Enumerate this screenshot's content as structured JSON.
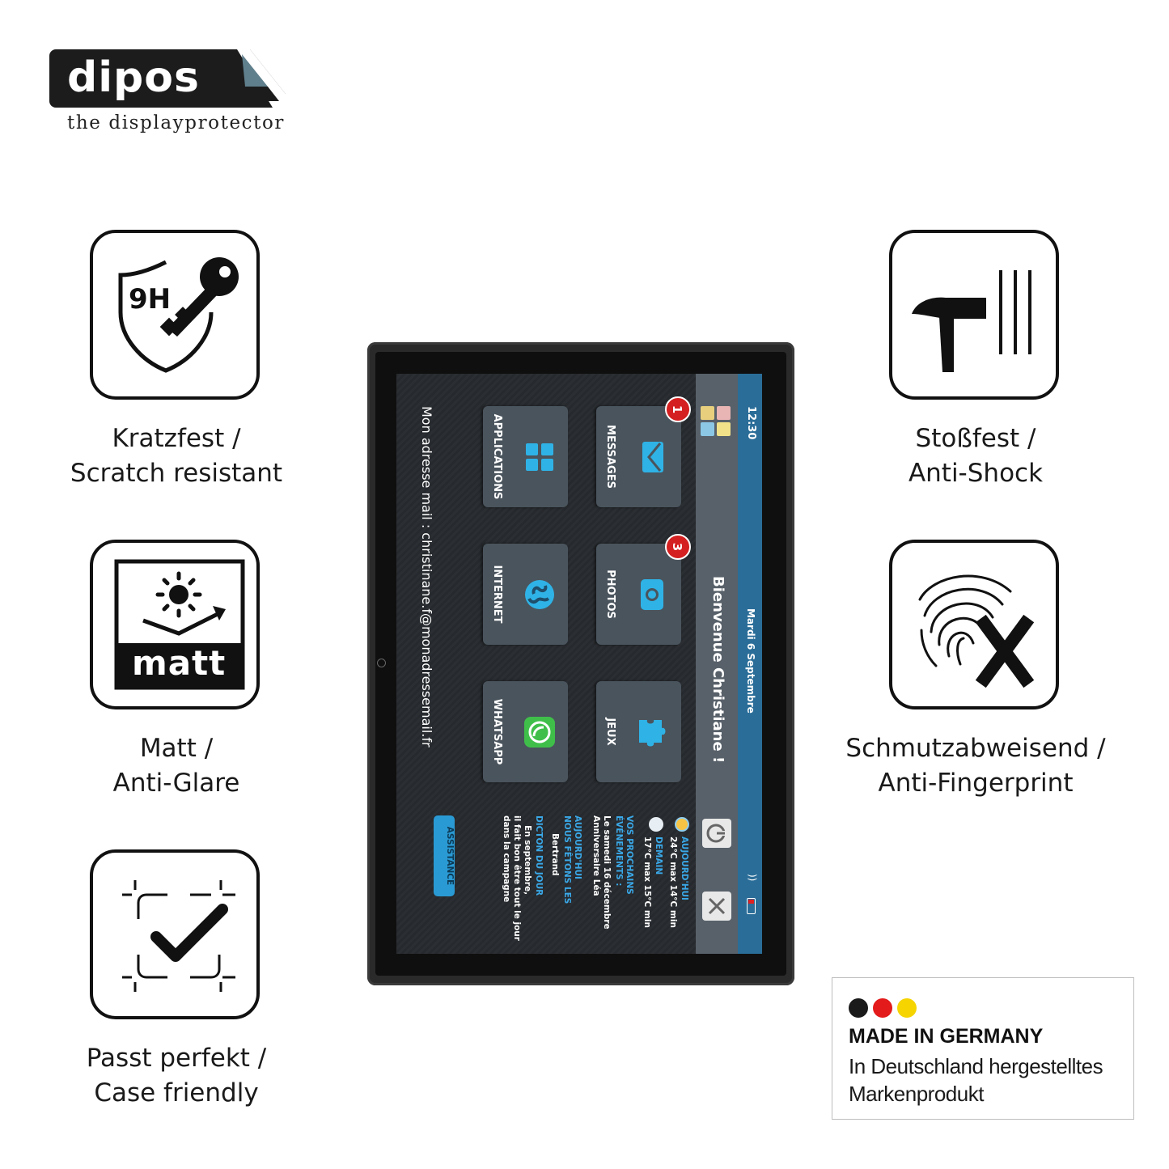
{
  "brand": {
    "name": "dipos",
    "tagline": "the displayprotector"
  },
  "features": [
    {
      "icon": "shield-9h-key-icon",
      "badge_text": "9H",
      "line1": "Kratzfest /",
      "line2": "Scratch resistant"
    },
    {
      "icon": "matt-sun-icon",
      "badge_text": "matt",
      "line1": "Matt /",
      "line2": "Anti-Glare"
    },
    {
      "icon": "case-check-icon",
      "line1": "Passt perfekt /",
      "line2": "Case friendly"
    },
    {
      "icon": "hammer-icon",
      "line1": "Stoßfest /",
      "line2": "Anti-Shock"
    },
    {
      "icon": "fingerprint-x-icon",
      "line1": "Schmutzabweisend /",
      "line2": "Anti-Fingerprint"
    }
  ],
  "tablet_screen": {
    "time": "12:30",
    "date": "Mardi 6 Septembre",
    "welcome": "Bienvenue Christiane !",
    "apps": [
      {
        "label": "MESSAGES",
        "badge": "1",
        "color": "#2fb3e6",
        "icon": "envelope-icon"
      },
      {
        "label": "PHOTOS",
        "badge": "3",
        "color": "#2fb3e6",
        "icon": "camera-icon"
      },
      {
        "label": "JEUX",
        "color": "#2fb3e6",
        "icon": "puzzle-icon"
      },
      {
        "label": "APPLICATIONS",
        "color": "#2fb3e6",
        "icon": "apps-grid-icon"
      },
      {
        "label": "INTERNET",
        "color": "#2fb3e6",
        "icon": "globe-icon"
      },
      {
        "label": "WHATSAPP",
        "color": "#3fbf4a",
        "icon": "whatsapp-icon"
      }
    ],
    "email_line": "Mon adresse mail : christinane.f@monadressemail.fr",
    "weather": {
      "today_label": "AUJOURD'HUI",
      "today_temp": "24°C max 14°C min",
      "tomorrow_label": "DEMAIN",
      "tomorrow_temp": "17°C max 15°C min"
    },
    "events": {
      "heading1": "VOS PROCHAINS",
      "heading2": "ÉVÉNEMENTS :",
      "line1": "Le samedi 16 décembre",
      "line2": "Anniversaire Léa"
    },
    "today_celebrate": {
      "heading1": "AUJOURD'HUI",
      "heading2": "NOUS FÊTONS LES",
      "name": "Bertrand"
    },
    "saying": {
      "heading": "DICTON DU JOUR",
      "line1": "En septembre,",
      "line2": "il fait bon être tout le jour",
      "line3": "dans la campagne"
    },
    "assist_button": "ASSISTANCE"
  },
  "made_in": {
    "title": "MADE IN GERMANY",
    "line1": "In Deutschland hergestelltes",
    "line2": "Markenprodukt",
    "flag_colors": [
      "#1a1a1a",
      "#e31b1b",
      "#f5d400"
    ]
  }
}
